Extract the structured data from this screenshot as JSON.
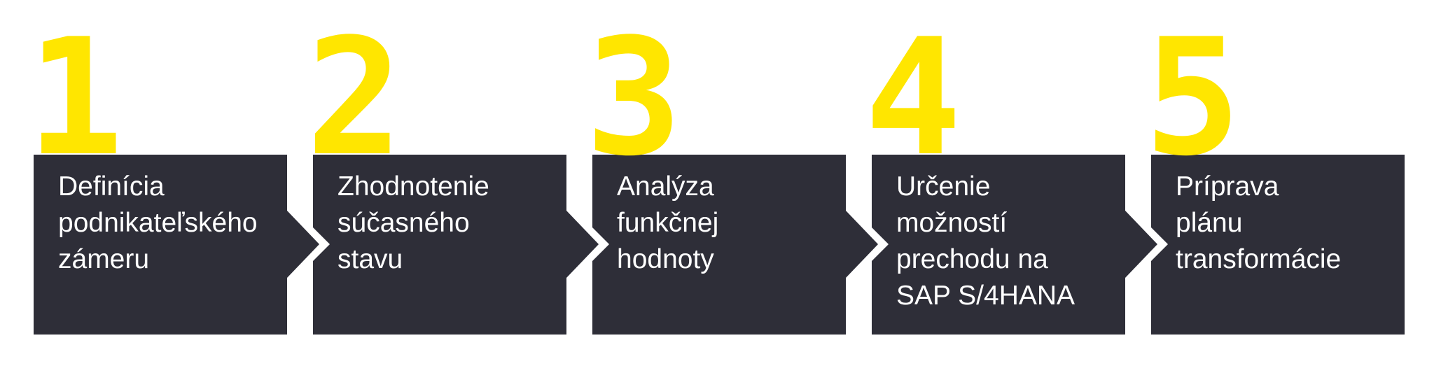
{
  "colors": {
    "background": "#ffffff",
    "accent_yellow": "#ffe600",
    "box_charcoal": "#2e2e38",
    "label_text": "#ffffff"
  },
  "steps": [
    {
      "number": "1",
      "label": "Definícia\npodnikateľského\nzámeru"
    },
    {
      "number": "2",
      "label": "Zhodnotenie\nsúčasného\nstavu"
    },
    {
      "number": "3",
      "label": "Analýza\nfunkčnej\nhodnoty"
    },
    {
      "number": "4",
      "label": "Určenie\nmožností\nprechodu na\nSAP S/4HANA"
    },
    {
      "number": "5",
      "label": "Príprava\nplánu\ntransformácie"
    }
  ]
}
